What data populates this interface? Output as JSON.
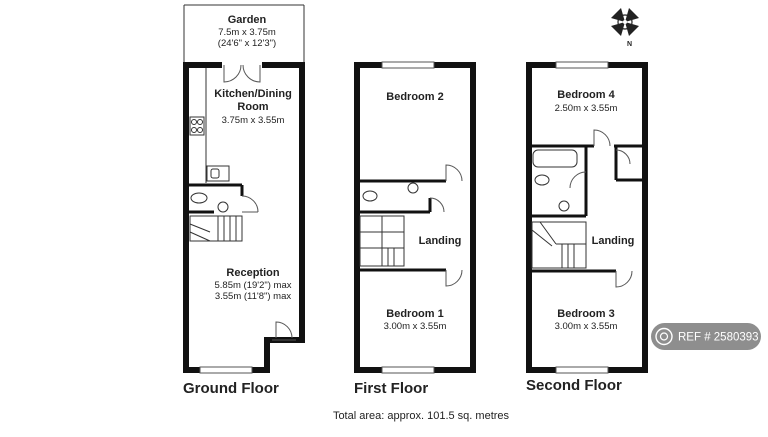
{
  "garden": {
    "name": "Garden",
    "dims_m": "7.5m x 3.75m",
    "dims_ft": "(24'6\" x 12'3\")"
  },
  "ground_floor": {
    "label": "Ground Floor",
    "kitchen": {
      "name_line1": "Kitchen/Dining",
      "name_line2": "Room",
      "dims": "3.75m x 3.55m"
    },
    "reception": {
      "name": "Reception",
      "dims_line1": "5.85m (19'2\") max",
      "dims_line2": "3.55m (11'8\") max"
    }
  },
  "first_floor": {
    "label": "First Floor",
    "bedroom2": {
      "name": "Bedroom 2"
    },
    "landing": {
      "name": "Landing"
    },
    "bedroom1": {
      "name": "Bedroom 1",
      "dims": "3.00m x 3.55m"
    }
  },
  "second_floor": {
    "label": "Second Floor",
    "bedroom4": {
      "name": "Bedroom 4",
      "dims": "2.50m x 3.55m"
    },
    "landing": {
      "name": "Landing"
    },
    "bedroom3": {
      "name": "Bedroom 3",
      "dims": "3.00m x 3.55m"
    }
  },
  "total_area": "Total area: approx. 101.5 sq. metres",
  "reference": "REF # 2580393",
  "compass": {
    "north_label": "N",
    "icon": "compass-icon"
  },
  "colors": {
    "wall": "#111111",
    "ref_badge": "#7a7a7a"
  }
}
